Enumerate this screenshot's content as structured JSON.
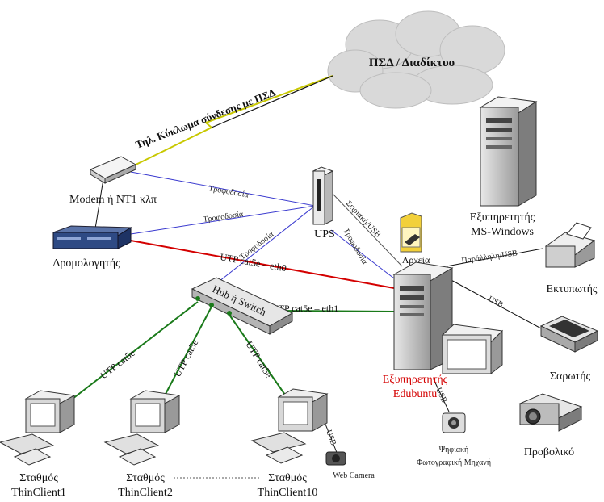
{
  "cloud": {
    "label": "ΠΣΔ / Διαδίκτυο"
  },
  "phone_line": {
    "label": "Τηλ. Κύκλωμα σύνδεσης με ΠΣΔ"
  },
  "modem": {
    "label": "Modem ή NT1 κλπ"
  },
  "router": {
    "label": "Δρομολογητής"
  },
  "ups": {
    "label": "UPS"
  },
  "hub": {
    "label": "Hub ή Switch"
  },
  "ms_server": {
    "label_line1": "Εξυπηρετητής",
    "label_line2": "MS-Windows"
  },
  "edu_server": {
    "label_line1": "Εξυπηρετητής",
    "label_line2": "Edubuntu"
  },
  "files": {
    "label": "Αρχεία"
  },
  "printer": {
    "label": "Εκτυπωτής"
  },
  "scanner": {
    "label": "Σαρωτής"
  },
  "projector": {
    "label": "Προβολικό"
  },
  "camera": {
    "label_line1": "Ψηφιακή",
    "label_line2": "Φωτογραφική Μηχανή"
  },
  "webcam": {
    "label": "Web Camera"
  },
  "stations": [
    {
      "line1": "Σταθμός",
      "line2": "ThinClient1"
    },
    {
      "line1": "Σταθμός",
      "line2": "ThinClient2"
    },
    {
      "line1": "Σταθμός",
      "line2": "ThinClient10"
    }
  ],
  "links": {
    "power_modem": "Τροφοδοσία",
    "power_router": "Τροφοδοσία",
    "power_hub": "Τροφοδοσία",
    "power_server": "Τροφοδοσία",
    "serial_usb": "Σειριακή/USB",
    "eth0": "UTP cat5e – eth0",
    "eth1": "UTP cat5e – eth1",
    "parallel_usb": "Παράλληλη/USB",
    "usb_scanner": "USB",
    "usb_camera": "USB",
    "usb_webcam": "USB",
    "utp1": "UTP cat5e",
    "utp2": "UTP cat5e",
    "utp3": "UTP cat5e"
  },
  "colors": {
    "power": "#3a3acf",
    "eth": "#d40000",
    "utp": "#1a7a1a",
    "black": "#111111"
  }
}
